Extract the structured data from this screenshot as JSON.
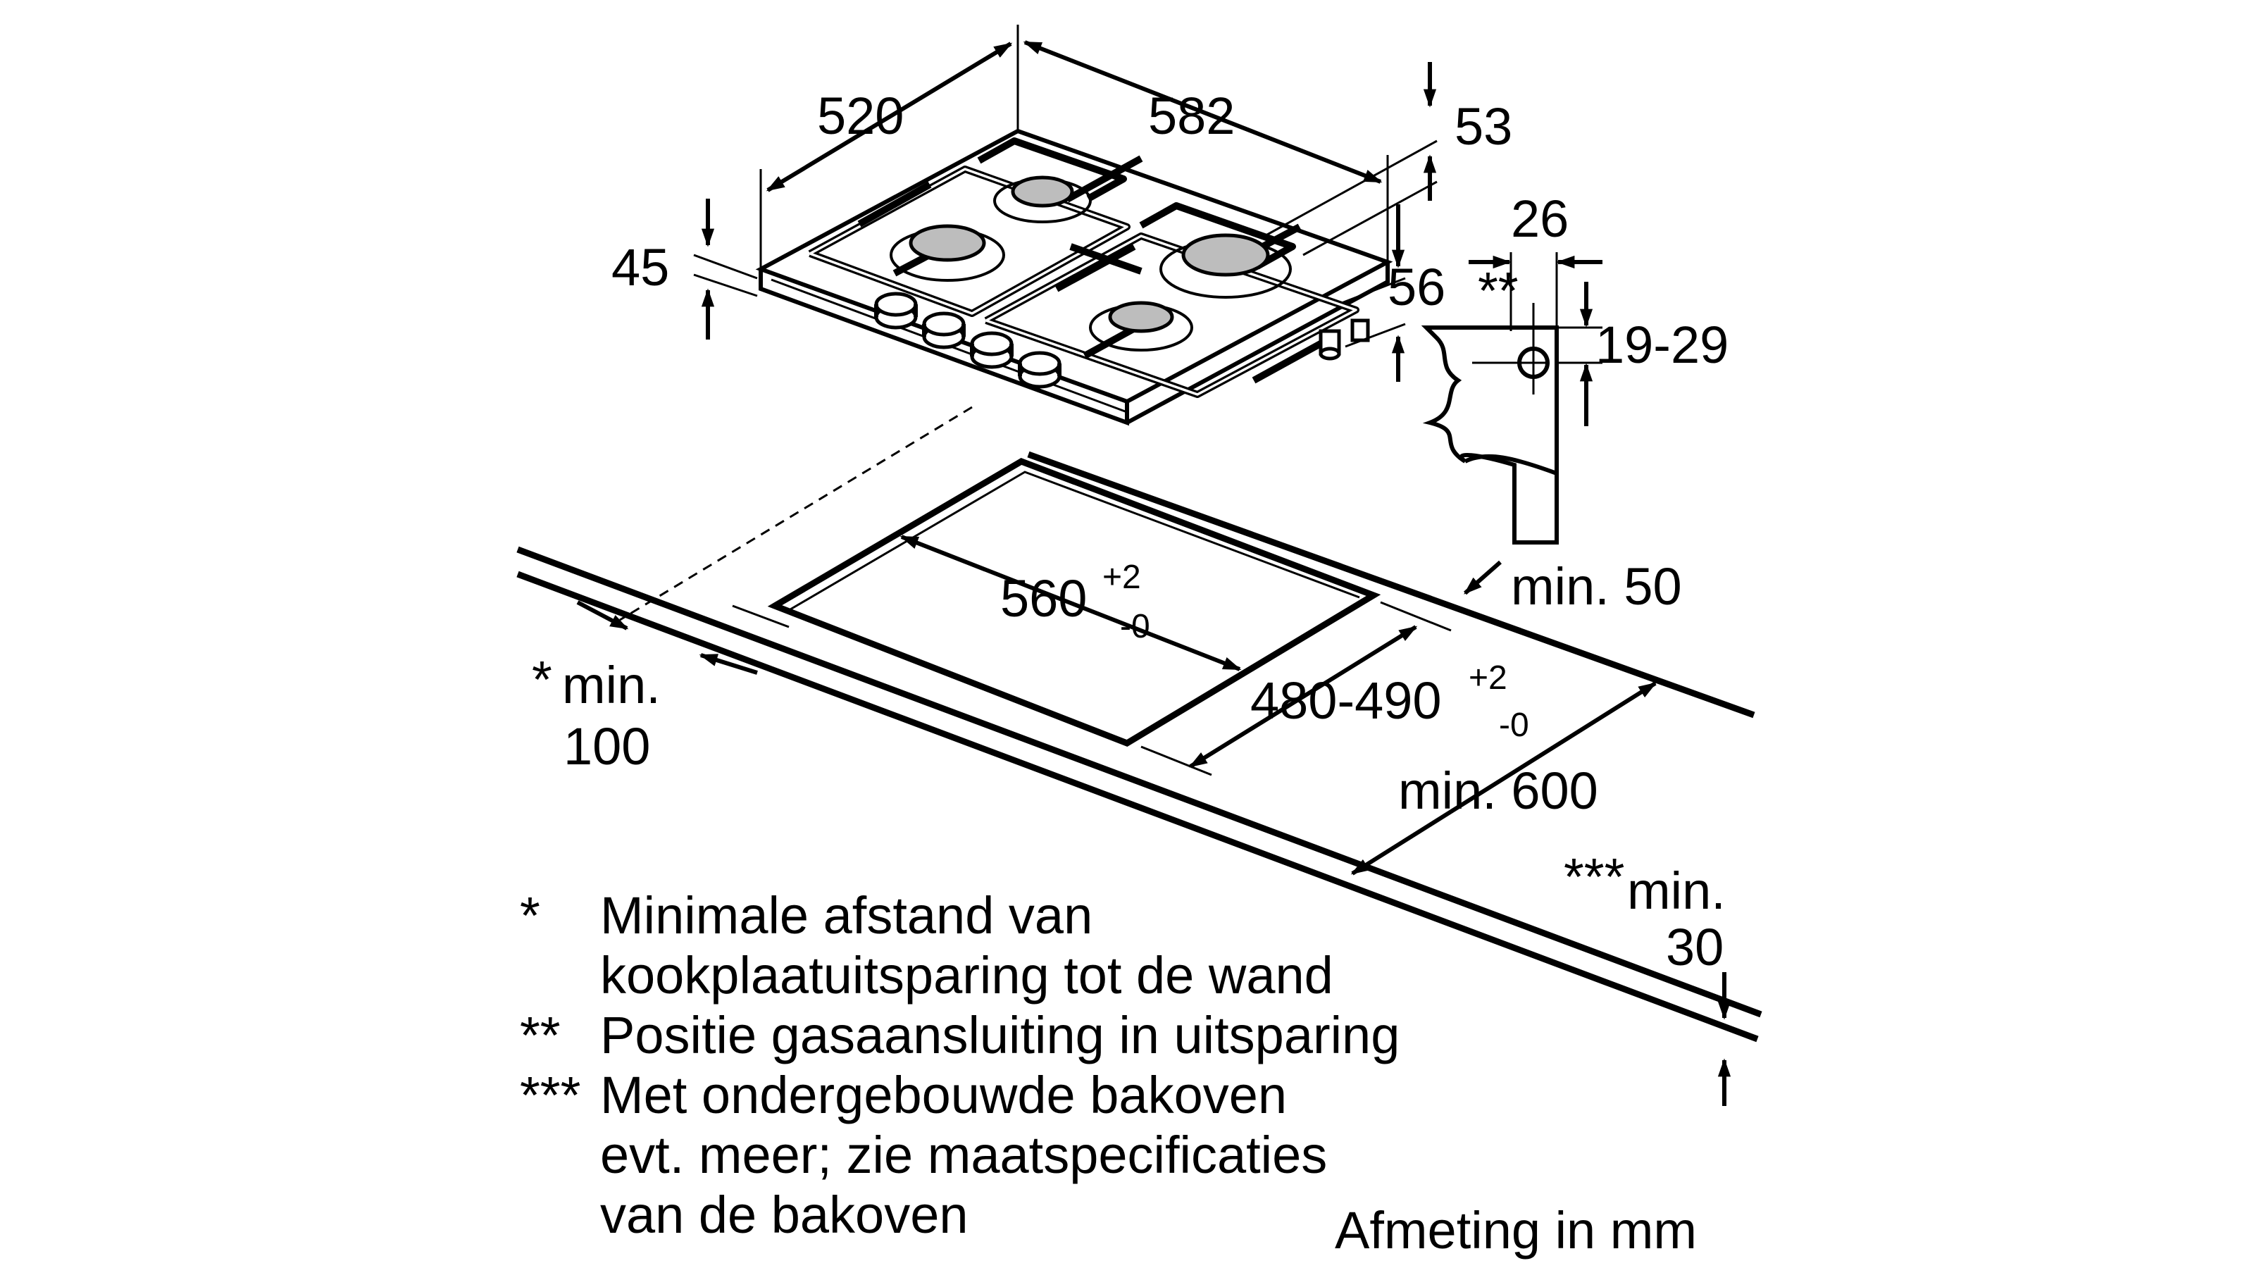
{
  "labels": {
    "width_520": "520",
    "length_582": "582",
    "depth_53": "53",
    "height_45": "45",
    "depth_56": "56",
    "gas_26": "26",
    "gas_stars": "**",
    "gas_19_29": "19-29",
    "min_50": "min. 50",
    "cutout_560": "560",
    "cutout_560_plus": "+2",
    "cutout_560_minus": "-0",
    "cutout_480": "480-490",
    "cutout_480_plus": "+2",
    "cutout_480_minus": "-0",
    "wall_star": "*",
    "wall_min": "min.",
    "wall_100": "100",
    "min_600": "min. 600",
    "oven_stars": "***",
    "oven_min": "min.",
    "oven_30": "30"
  },
  "notes": [
    {
      "mark": "*",
      "lines": [
        "Minimale afstand van",
        "kookplaatuitsparing tot de wand"
      ]
    },
    {
      "mark": "**",
      "lines": [
        "Positie gasaansluiting in uitsparing"
      ]
    },
    {
      "mark": "***",
      "lines": [
        "Met ondergebouwde bakoven",
        "evt. meer; zie maatspecificaties",
        "van de bakoven"
      ]
    }
  ],
  "unit_note": "Afmeting in mm"
}
